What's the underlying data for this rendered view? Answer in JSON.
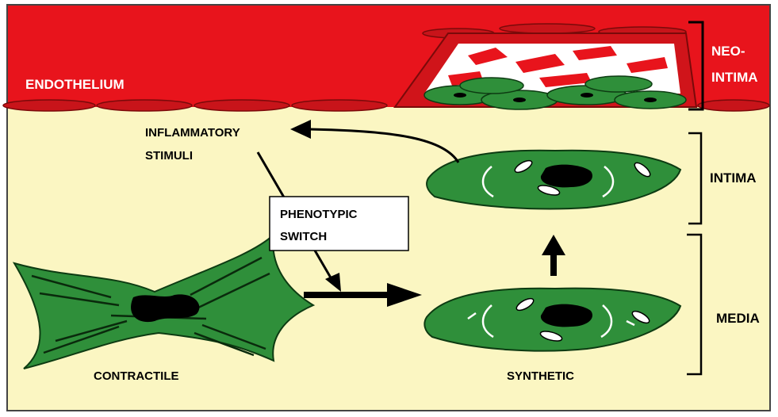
{
  "labels": {
    "endothelium": "ENDOTHELIUM",
    "neo_line1": "NEO-",
    "neo_line2": "INTIMA",
    "intima": "INTIMA",
    "media": "MEDIA",
    "inflammatory_line1": "INFLAMMATORY",
    "inflammatory_line2": "STIMULI",
    "switch_line1": "PHENOTYPIC",
    "switch_line2": "SWITCH",
    "contractile": "CONTRACTILE",
    "synthetic": "SYNTHETIC"
  },
  "colors": {
    "endothelium_red": "#e8141c",
    "endothelial_cell": "#c8141a",
    "background_yellow": "#fbf6c2",
    "cell_green": "#2f8f3a",
    "nucleus": "#000000",
    "matrix_white": "#ffffff"
  }
}
